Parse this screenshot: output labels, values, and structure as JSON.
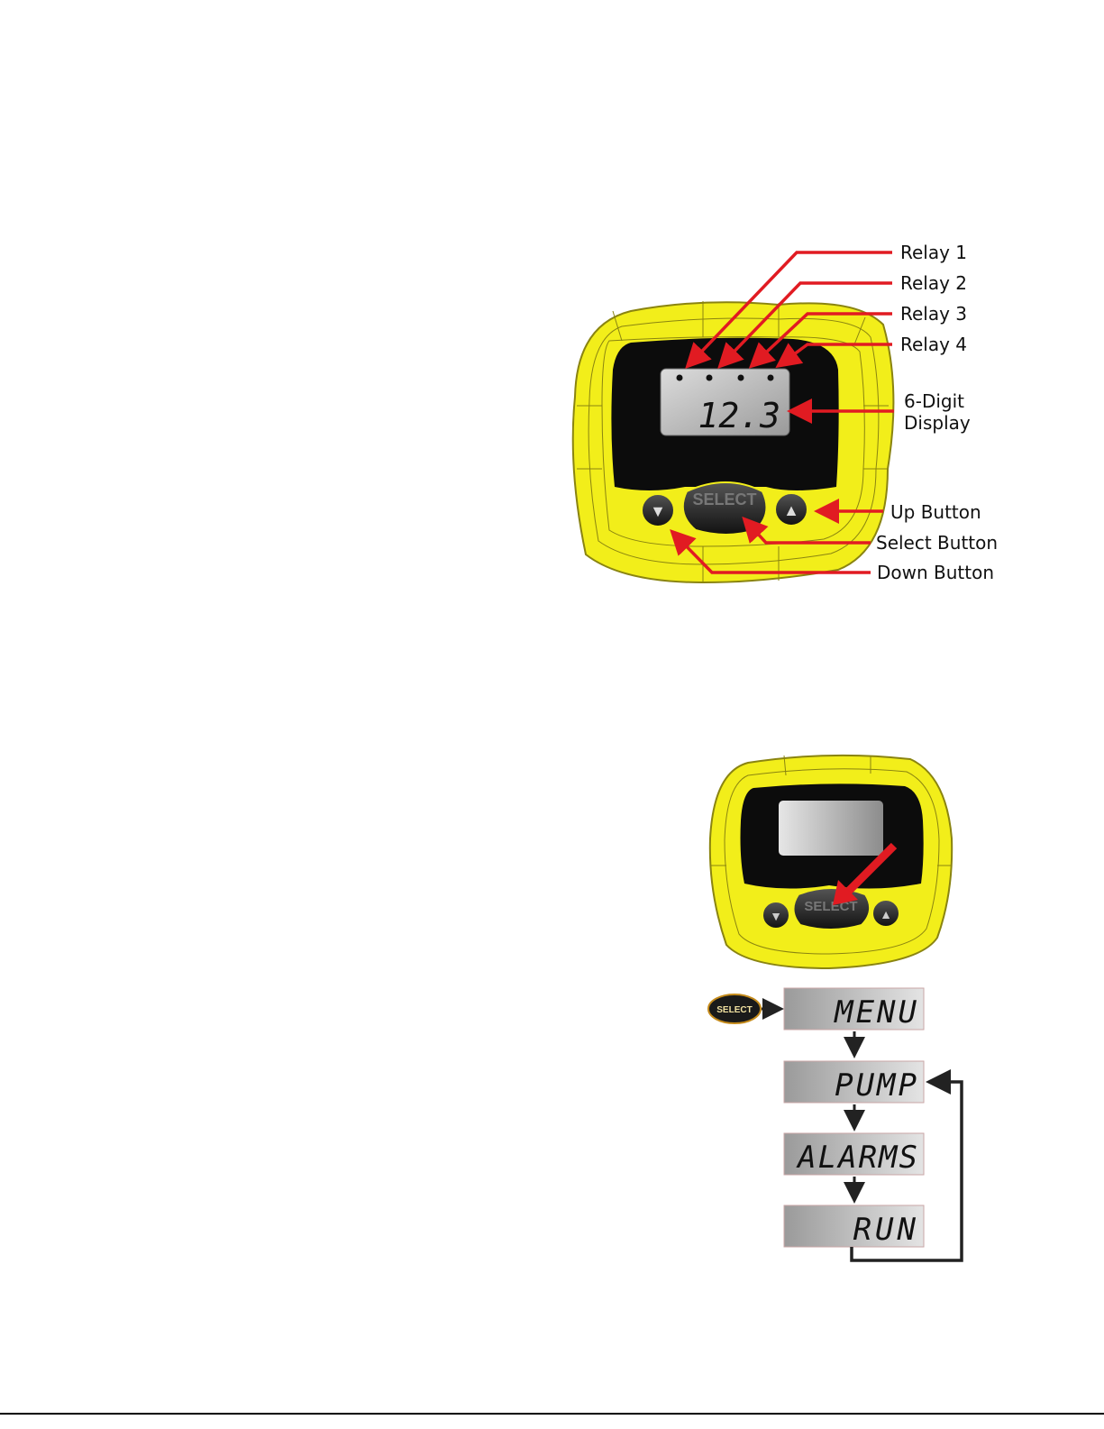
{
  "device": {
    "display_value": "12.3",
    "select_label": "SELECT",
    "down_symbol": "▼",
    "up_symbol": "▲"
  },
  "callouts": {
    "relay1": "Relay 1",
    "relay2": "Relay 2",
    "relay3": "Relay 3",
    "relay4": "Relay 4",
    "display_line1": "6-Digit",
    "display_line2": "Display",
    "up_button": "Up Button",
    "select_button": "Select Button",
    "down_button": "Down Button"
  },
  "small_device": {
    "select_label": "SELECT",
    "down_symbol": "▼",
    "up_symbol": "▲"
  },
  "menu_flow": {
    "select_badge": "SELECT",
    "steps": [
      "MENU",
      "PUMP",
      "ALARMS",
      "RUN"
    ]
  },
  "colors": {
    "housing_yellow": "#f2ee1a",
    "housing_outline": "#8a8410",
    "face_black": "#0c0c0c",
    "lcd_gray": "#b9b9b9",
    "arrow_red": "#e11b22",
    "flow_arrow": "#222222"
  }
}
